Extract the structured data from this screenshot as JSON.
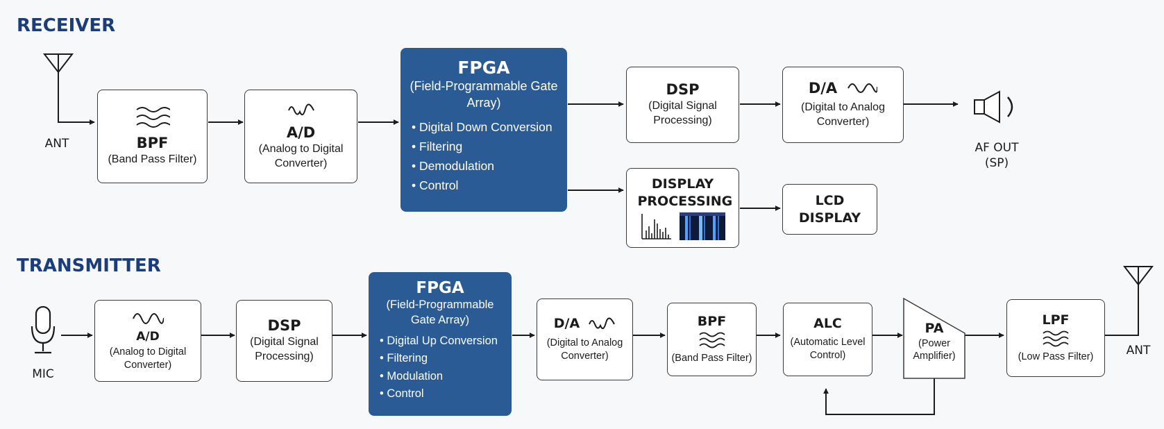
{
  "receiver": {
    "title": "RECEIVER",
    "ant_label": "ANT",
    "bpf": {
      "title": "BPF",
      "subtitle": "(Band Pass Filter)"
    },
    "adc": {
      "title": "A/D",
      "subtitle": "(Analog to Digital Converter)"
    },
    "fpga": {
      "title": "FPGA",
      "subtitle": "(Field-Programmable Gate Array)",
      "items": [
        "Digital Down Conversion",
        "Filtering",
        "Demodulation",
        "Control"
      ]
    },
    "dsp": {
      "title": "DSP",
      "subtitle": "(Digital Signal Processing)"
    },
    "dac": {
      "title": "D/A",
      "subtitle": "(Digital to Analog Converter)"
    },
    "af_out_label": "AF OUT\n(SP)",
    "display_processing": {
      "title": "DISPLAY PROCESSING"
    },
    "lcd": {
      "title": "LCD DISPLAY"
    }
  },
  "transmitter": {
    "title": "TRANSMITTER",
    "mic_label": "MIC",
    "adc": {
      "title": "A/D",
      "subtitle": "(Analog to Digital Converter)"
    },
    "dsp": {
      "title": "DSP",
      "subtitle": "(Digital Signal Processing)"
    },
    "fpga": {
      "title": "FPGA",
      "subtitle": "(Field-Programmable Gate Array)",
      "items": [
        "Digital Up Conversion",
        "Filtering",
        "Modulation",
        "Control"
      ]
    },
    "dac": {
      "title": "D/A",
      "subtitle": "(Digital to Analog Converter)"
    },
    "bpf": {
      "title": "BPF",
      "subtitle": "(Band Pass Filter)"
    },
    "alc": {
      "title": "ALC",
      "subtitle": "(Automatic Level Control)"
    },
    "pa": {
      "title": "PA",
      "subtitle": "(Power Amplifier)"
    },
    "lpf": {
      "title": "LPF",
      "subtitle": "(Low Pass Filter)"
    },
    "ant_label": "ANT"
  },
  "icons": {
    "antenna": "antenna-icon",
    "filter": "filter-waves-icon",
    "waveform": "waveform-icon",
    "speaker": "speaker-icon",
    "microphone": "microphone-icon",
    "spectrum": "spectrum-icon",
    "waterfall": "waterfall-icon"
  },
  "colors": {
    "title": "#1b3e7a",
    "fpga_fill": "#2b5b94",
    "line": "#1b1b1b"
  }
}
